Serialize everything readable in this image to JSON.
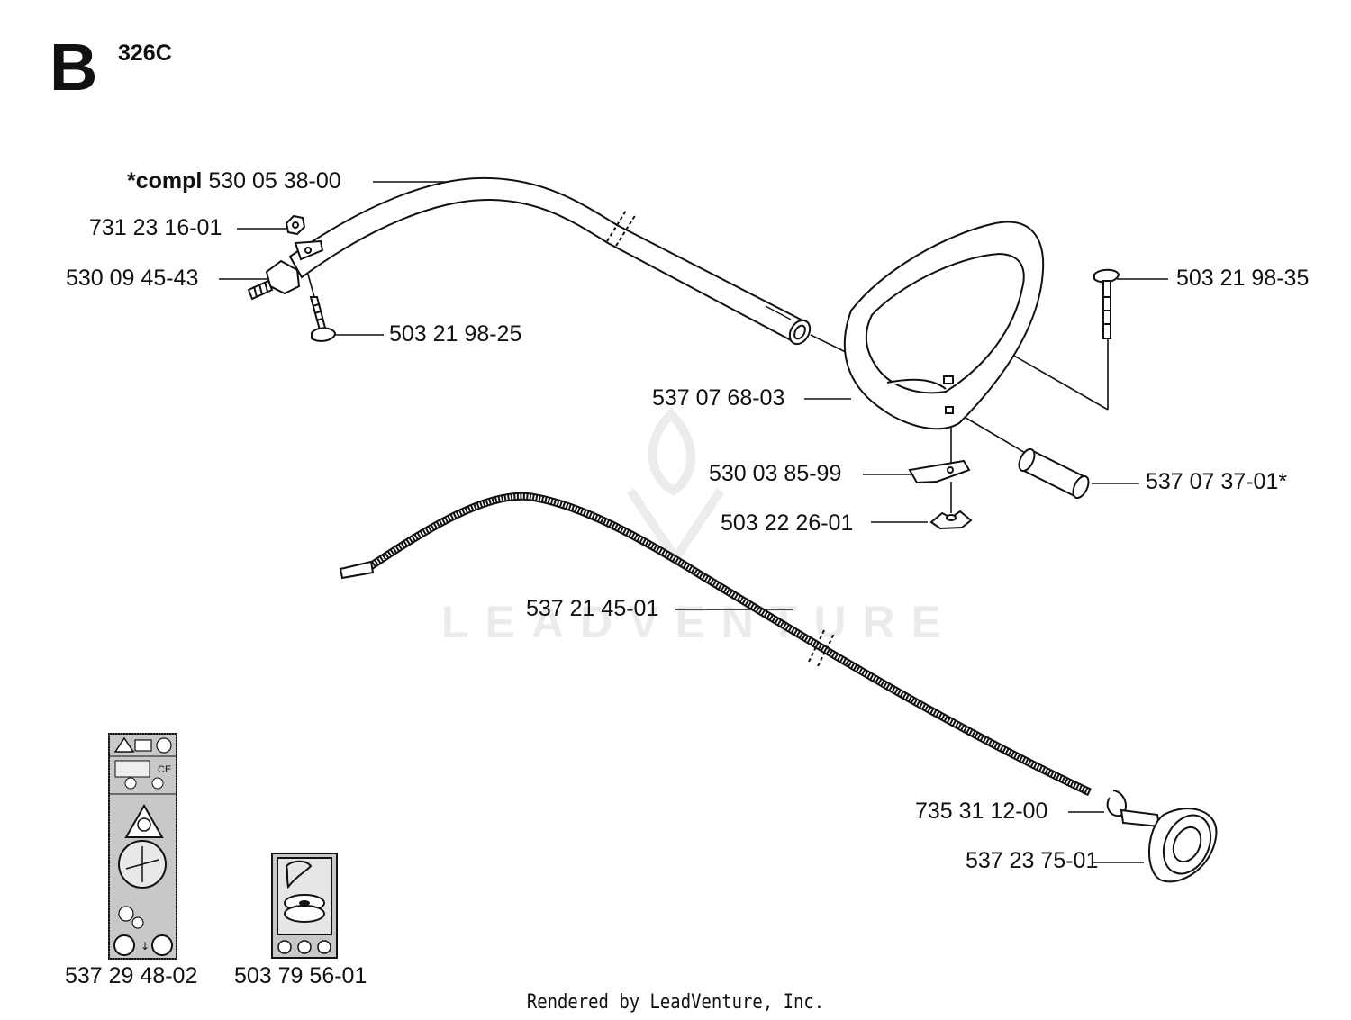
{
  "section": "B",
  "model": "326C",
  "watermark": "LEADVENTURE",
  "footer": "Rendered by LeadVenture, Inc.",
  "labels": {
    "shaft_prefix": "*compl",
    "shaft": "530 05 38-00",
    "nut": "731 23 16-01",
    "nipple": "530 09 45-43",
    "screw_left": "503 21 98-25",
    "handle": "537 07 68-03",
    "bolt": "503 21 98-35",
    "bracket": "530 03 85-99",
    "wing_nut": "503 22 26-01",
    "sleeve": "537 07 37-01*",
    "drive_cable": "537 21 45-01",
    "clip": "735 31 12-00",
    "drum": "537 23 75-01",
    "decal_warning": "537 29 48-02",
    "decal_trimmer": "503 79 56-01"
  }
}
